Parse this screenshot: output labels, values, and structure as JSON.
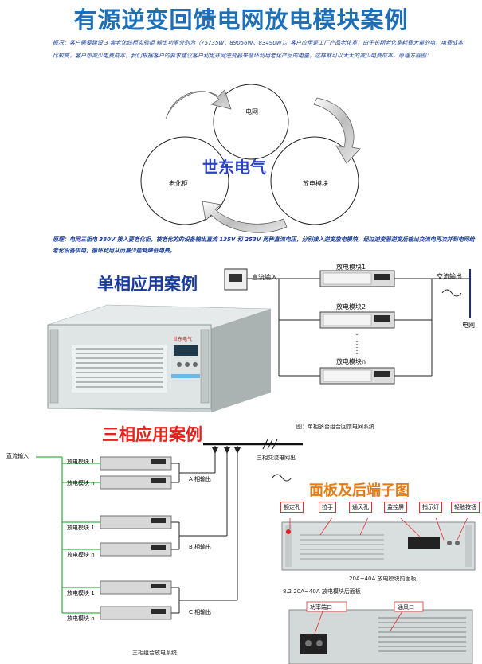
{
  "title": "有源逆变回馈电网放电模块案例",
  "intro": "概况：客户需要建设 3 套老化线柜实验柜 输出功率分别为（75735W、89056W、83490W）。客户应用是工厂产品老化室，由于长期老化室耗费大量的电，电费成本比较高，客户想减少电费成本，我们根据客户的要求建议客户利用并网逆变器来循环利用老化产品的电量，这样就可以大大的减少电费成本。原理方框图：",
  "cycle": {
    "grid": "电网",
    "aging": "老化柜",
    "module": "放电模块",
    "brand": "世东电气"
  },
  "principle": "原理：电网三相电 380V 接入要老化柜，被老化的的设备输出直流 135V 和 253V 两种直流电压，分别接入逆变放电模块，经过逆变器逆变后输出交流电再次并到电网给老化设备供电，循环利用从而减少能耗降低电费。",
  "single_phase": {
    "heading": "单相应用案例",
    "dc_input": "直流输入",
    "ac_output": "交流输出",
    "grid": "电网",
    "modules": [
      "放电模块1",
      "放电模块2",
      "放电模块n"
    ],
    "caption": "图：单相多台组合回馈电网系统",
    "device_logo": "世东电气"
  },
  "three_phase": {
    "heading": "三相应用案例",
    "dc_input": "直流输入",
    "ac_grid": "三相交流电网出",
    "groups": [
      {
        "m1": "放电模块 1",
        "m2": "放电模块 n",
        "out": "A 相输出"
      },
      {
        "m1": "放电模块 1",
        "m2": "放电模块 n",
        "out": "B 相输出"
      },
      {
        "m1": "放电模块 1",
        "m2": "放电模块 n",
        "out": "C 相输出"
      }
    ],
    "caption": "三相组合放电系统"
  },
  "panel": {
    "heading": "面板及后端子图",
    "tags": [
      "额定孔",
      "拉手",
      "通风孔",
      "监控屏",
      "指示灯",
      "轻触按钮"
    ],
    "front_caption": "20A~40A  放电模块前面板",
    "rear_caption": "8.2  20A~40A 放电模块后面板",
    "rear_tags": [
      "功率端口",
      "通风口"
    ]
  },
  "colors": {
    "title": "#1d6fb8",
    "text_blue": "#1a3f99",
    "red": "#e8201c",
    "green": "#3cb04a",
    "orange": "#e87a12"
  }
}
